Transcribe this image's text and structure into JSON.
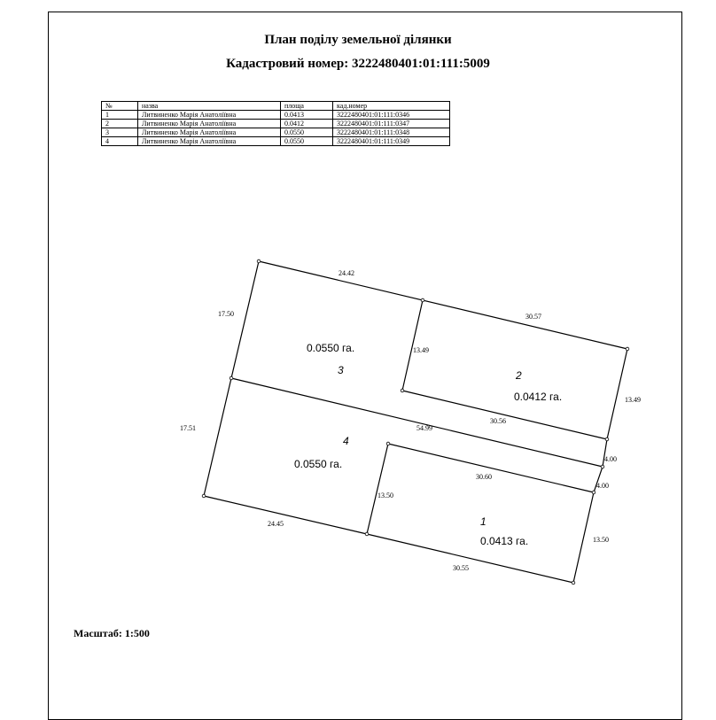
{
  "header": {
    "title": "План поділу земельної ділянки",
    "cadastral": "Кадастровий номер: 3222480401:01:111:5009"
  },
  "table": {
    "columns": [
      "№",
      "назва",
      "площа",
      "кад.номер"
    ],
    "rows": [
      [
        "1",
        "Литвиненко Марія Анатоліївна",
        "0.0413",
        "3222480401:01:111:0346"
      ],
      [
        "2",
        "Литвиненко Марія Анатоліївна",
        "0.0412",
        "3222480401:01:111:0347"
      ],
      [
        "3",
        "Литвиненко Марія Анатоліївна",
        "0.0550",
        "3222480401:01:111:0348"
      ],
      [
        "4",
        "Литвиненко Марія Анатоліївна",
        "0.0550",
        "3222480401:01:111:0349"
      ]
    ]
  },
  "plan": {
    "parcels": [
      {
        "number": "1",
        "area": "0.0413 га."
      },
      {
        "number": "2",
        "area": "0.0412 га."
      },
      {
        "number": "3",
        "area": "0.0550 га."
      },
      {
        "number": "4",
        "area": "0.0550 га."
      }
    ],
    "dimensions": {
      "top_left": "24.42",
      "top_right": "30.57",
      "left_upper": "17.50",
      "left_lower": "17.51",
      "right_upper": "13.49",
      "inner_p2_left": "13.49",
      "inner_p2_bottom": "30.56",
      "middle_long": "54.99",
      "gap_upper": "4.00",
      "gap_lower": "4.00",
      "inner_p1_top": "30.60",
      "inner_p1_left": "13.50",
      "right_lower": "13.50",
      "bottom_left": "24.45",
      "bottom_right": "30.55"
    }
  },
  "footer": {
    "scale": "Масштаб: 1:500"
  }
}
